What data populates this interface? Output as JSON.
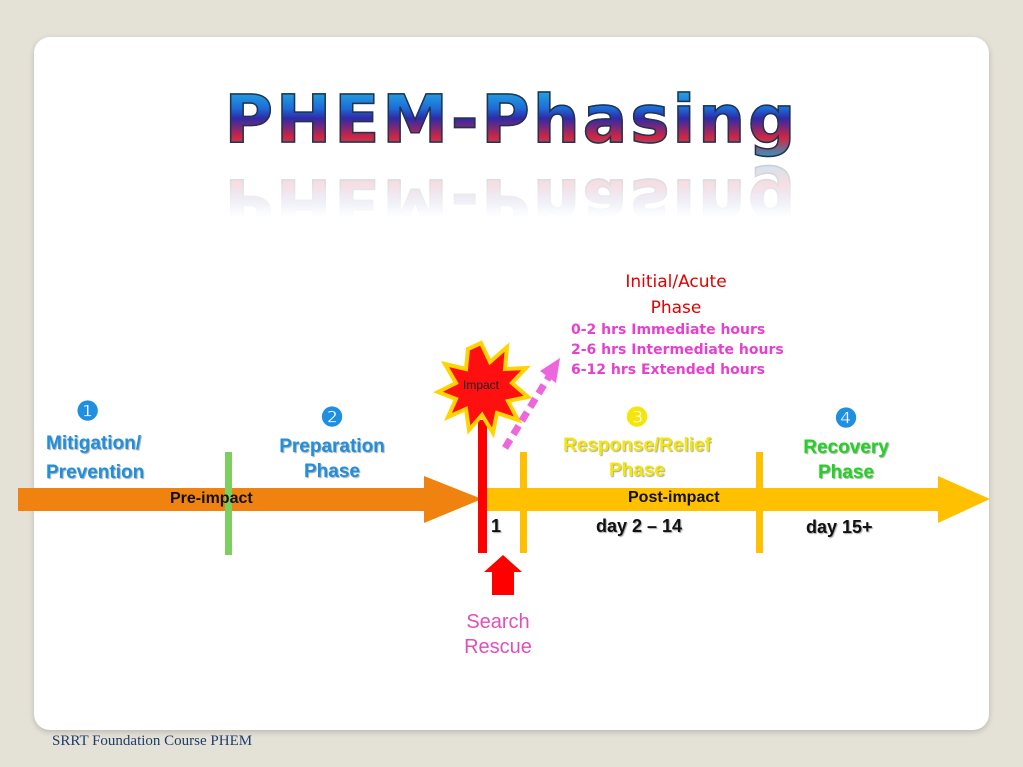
{
  "title": "PHEM-Phasing",
  "footer": "SRRT Foundation Course PHEM",
  "acute": {
    "title_line1": "Initial/Acute",
    "title_line2": "Phase",
    "hours": [
      "0-2 hrs Immediate hours",
      "2-6 hrs Intermediate hours",
      "6-12 hrs Extended hours"
    ]
  },
  "impact_label": "Impact",
  "phases": [
    {
      "number": "❶",
      "line1": "Mitigation/",
      "line2": "Prevention"
    },
    {
      "number": "❷",
      "line1": "Preparation",
      "line2": "Phase"
    },
    {
      "number": "❸",
      "line1": "Response/Relief",
      "line2": "Phase"
    },
    {
      "number": "❹",
      "line1": "Recovery",
      "line2": "Phase"
    }
  ],
  "timeline": {
    "pre_impact": "Pre-impact",
    "post_impact": "Post-impact",
    "day_1": "1",
    "day_2_14": "day 2 – 14",
    "day_15": "day 15+"
  },
  "search_rescue": {
    "line1": "Search",
    "line2": "Rescue"
  },
  "colors": {
    "pre_arrow": "#f0820f",
    "post_arrow": "#ffc000",
    "impact_bar": "#ff0000",
    "green_divider": "#7ccf5e",
    "blue_text": "#1f8fe0",
    "yellow_text": "#f5e60a",
    "green_text": "#22d322",
    "acute_red": "#e00000",
    "acute_magenta": "#e83fd0",
    "search_pink": "#e050b8"
  }
}
